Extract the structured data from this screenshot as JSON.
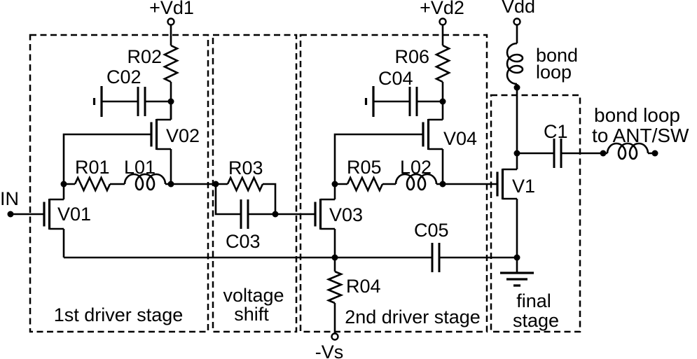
{
  "supplies": {
    "vd1": "+Vd1",
    "vd2": "+Vd2",
    "vdd": "Vdd",
    "vs": "-Vs"
  },
  "ports": {
    "input": "IN",
    "output_line1": "bond loop",
    "output_line2": "to ANT/SW"
  },
  "components": {
    "r01": "R01",
    "r02": "R02",
    "r03": "R03",
    "r04": "R04",
    "r05": "R05",
    "r06": "R06",
    "c02": "C02",
    "c03": "C03",
    "c04": "C04",
    "c05": "C05",
    "c1": "C1",
    "l01": "L01",
    "l02": "L02",
    "v01": "V01",
    "v02": "V02",
    "v03": "V03",
    "v04": "V04",
    "v1": "V1",
    "bond_loop_line1": "bond",
    "bond_loop_line2": "loop"
  },
  "stages": {
    "stage1": "1st driver stage",
    "shift_line1": "voltage",
    "shift_line2": "shift",
    "stage2": "2nd driver stage",
    "final_line1": "final",
    "final_line2": "stage"
  },
  "colors": {
    "ink": "#000000",
    "background": "#ffffff"
  }
}
